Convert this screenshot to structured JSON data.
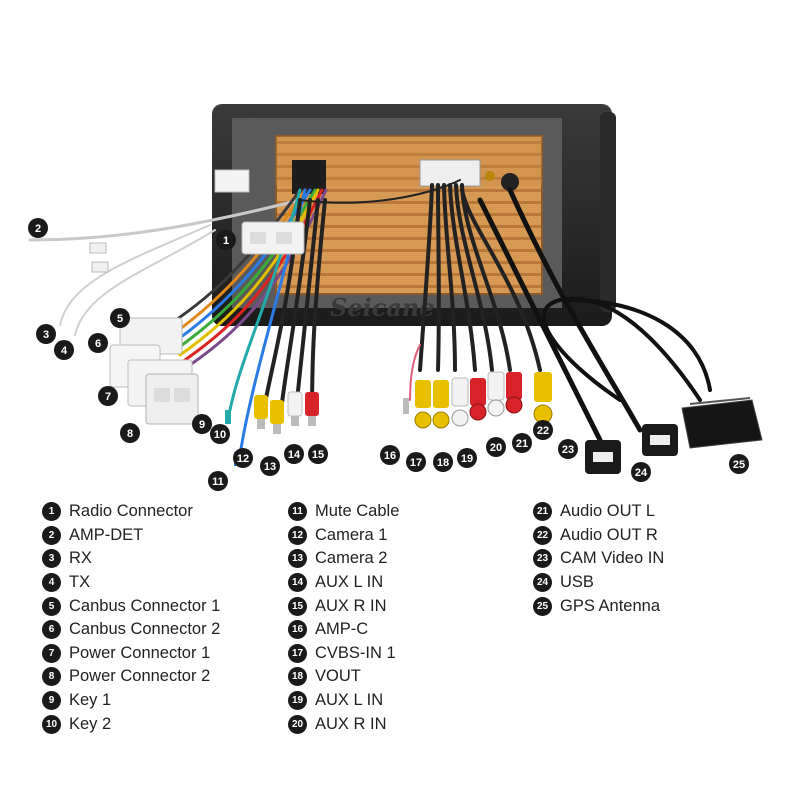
{
  "brand": "Seicane",
  "callouts": [
    "1",
    "2",
    "3",
    "4",
    "5",
    "6",
    "7",
    "8",
    "9",
    "10",
    "11",
    "12",
    "13",
    "14",
    "15",
    "16",
    "17",
    "18",
    "19",
    "20",
    "21",
    "22",
    "23",
    "24",
    "25"
  ],
  "legend": {
    "col1": [
      {
        "num": "1",
        "label": "Radio Connector"
      },
      {
        "num": "2",
        "label": "AMP-DET"
      },
      {
        "num": "3",
        "label": "RX"
      },
      {
        "num": "4",
        "label": "TX"
      },
      {
        "num": "5",
        "label": "Canbus Connector 1"
      },
      {
        "num": "6",
        "label": "Canbus Connector 2"
      },
      {
        "num": "7",
        "label": "Power Connector 1"
      },
      {
        "num": "8",
        "label": "Power Connector 2"
      },
      {
        "num": "9",
        "label": "Key 1"
      },
      {
        "num": "10",
        "label": "Key 2"
      }
    ],
    "col2": [
      {
        "num": "11",
        "label": "Mute Cable"
      },
      {
        "num": "12",
        "label": "Camera 1"
      },
      {
        "num": "13",
        "label": "Camera 2"
      },
      {
        "num": "14",
        "label": "AUX L IN"
      },
      {
        "num": "15",
        "label": "AUX R IN"
      },
      {
        "num": "16",
        "label": "AMP-C"
      },
      {
        "num": "17",
        "label": "CVBS-IN 1"
      },
      {
        "num": "18",
        "label": "VOUT"
      },
      {
        "num": "19",
        "label": "AUX L IN"
      },
      {
        "num": "20",
        "label": "AUX R IN"
      }
    ],
    "col3": [
      {
        "num": "21",
        "label": "Audio OUT L"
      },
      {
        "num": "22",
        "label": "Audio OUT R"
      },
      {
        "num": "23",
        "label": "CAM Video IN"
      },
      {
        "num": "24",
        "label": "USB"
      },
      {
        "num": "25",
        "label": "GPS Antenna"
      }
    ]
  }
}
